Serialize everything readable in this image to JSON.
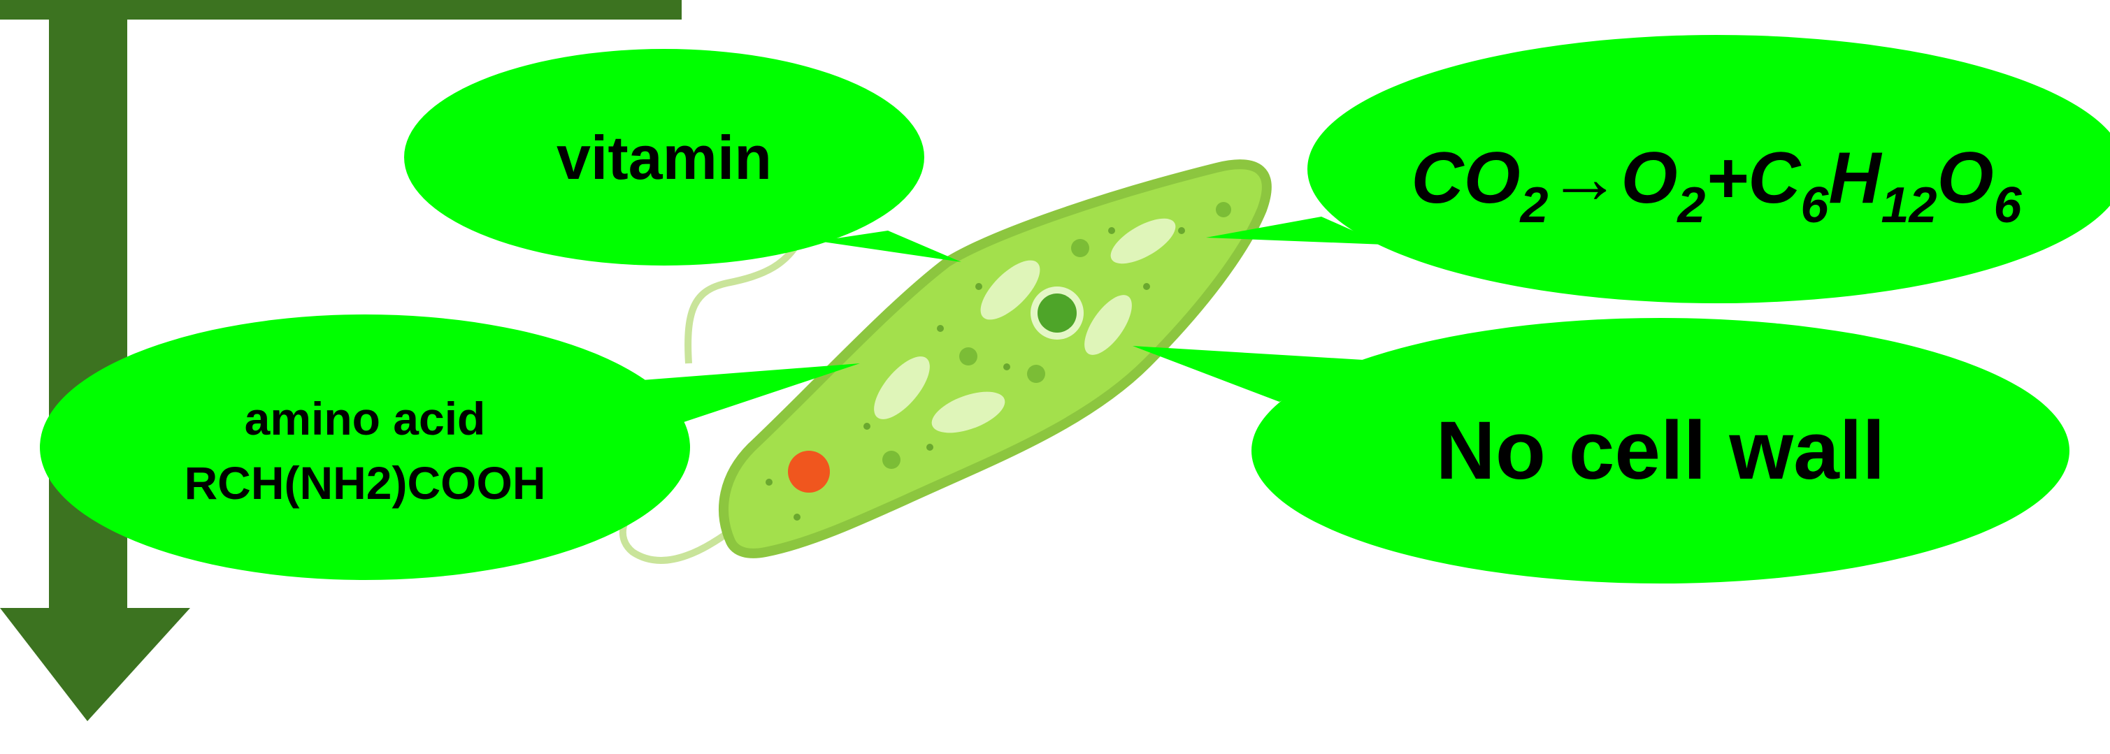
{
  "colors": {
    "arrow": "#3c7320",
    "bubble": "#00ff00",
    "cell_fill": "#a3e04c",
    "cell_outline": "#8cc63f",
    "chloroplast": "#dff5b9",
    "nucleus": "#4ea529",
    "eyespot": "#f0561e",
    "flagellum": "#c9e49a"
  },
  "callouts": {
    "vitamin": "vitamin",
    "photosynthesis": {
      "co": "CO",
      "sub1": "2",
      "arrow": "→O",
      "sub2": "2",
      "plus_c": "+C",
      "sub3": "6",
      "h": "H",
      "sub4": "12",
      "o": "O",
      "sub5": "6"
    },
    "amino_acid": {
      "line1": "amino acid",
      "line2": "RCH(NH2)COOH"
    },
    "cell_wall": "No cell wall"
  }
}
